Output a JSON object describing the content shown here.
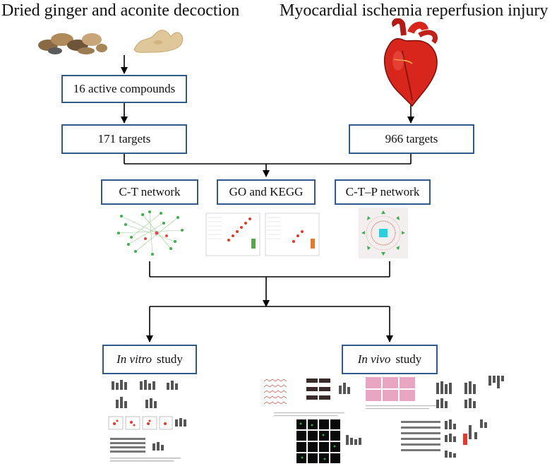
{
  "titles": {
    "left": "Dried ginger and aconite decoction",
    "right": "Myocardial ischemia reperfusion injury"
  },
  "boxes": {
    "compounds": "16 active compounds",
    "left_targets": "171  targets",
    "right_targets": "966  targets",
    "ct_network": "C-T network",
    "go_kegg": "GO and KEGG",
    "ctp_network": "C-T–P network",
    "in_vitro_italic": "In  vitro",
    "in_vitro_rest": "study",
    "in_vivo_italic": "In  vivo",
    "in_vivo_rest": "study"
  },
  "icons": {
    "herbs": "herb-slices-image",
    "heart": "heart-illustration",
    "ct_network": "network-graph-thumbnail",
    "go_kegg": "bubble-chart-thumbnail",
    "ctp_network": "radial-network-thumbnail",
    "in_vitro": "figure-panel-thumbnail",
    "in_vivo": "figure-panel-thumbnail"
  },
  "colors": {
    "box_border": "#2f5a8a",
    "arrow": "#000000",
    "heart_red": "#d9261c"
  }
}
